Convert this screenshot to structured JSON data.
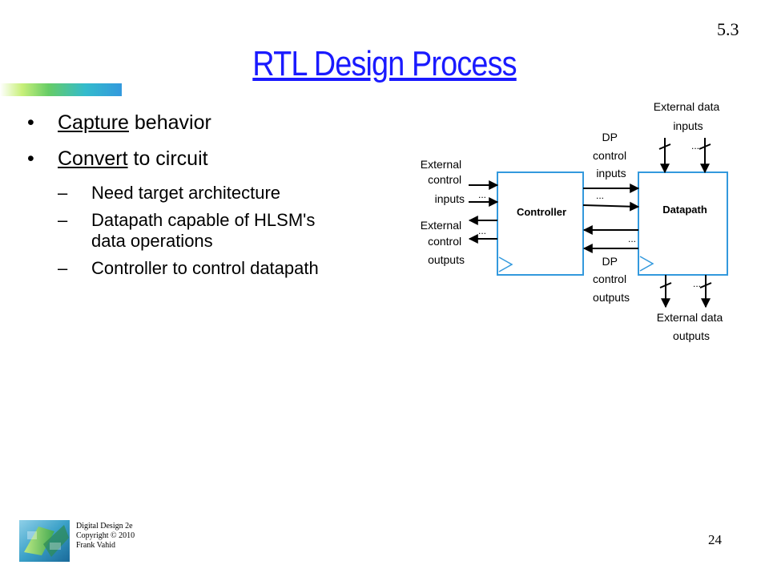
{
  "slide": {
    "section_number": "5.3",
    "title": "RTL Design Process",
    "page_number": "24",
    "footer_lines": [
      "Digital Design 2e",
      "Copyright © 2010",
      "Frank Vahid"
    ]
  },
  "bullets": [
    {
      "underlined": "Capture",
      "rest": " behavior"
    },
    {
      "underlined": "Convert",
      "rest": " to circuit"
    }
  ],
  "sub_bullets": [
    [
      "Need target architecture"
    ],
    [
      "Datapath capable of HLSM's",
      "data operations"
    ],
    [
      "Controller to control datapath"
    ]
  ],
  "diagram": {
    "controller_label": "Controller",
    "datapath_label": "Datapath",
    "ext_control_inputs": [
      "External",
      "control",
      "inputs"
    ],
    "ext_control_outputs": [
      "External",
      "control",
      "outputs"
    ],
    "dp_control_inputs": [
      "DP",
      "control",
      "inputs"
    ],
    "dp_control_outputs": [
      "DP",
      "control",
      "outputs"
    ],
    "ext_data_inputs": [
      "External data",
      "inputs"
    ],
    "ext_data_outputs": [
      "External data",
      "outputs"
    ],
    "ellipsis": "..."
  },
  "colors": {
    "title": "#1a1aff",
    "block_border": "#3399dd",
    "clock_triangle": "#3399dd"
  }
}
